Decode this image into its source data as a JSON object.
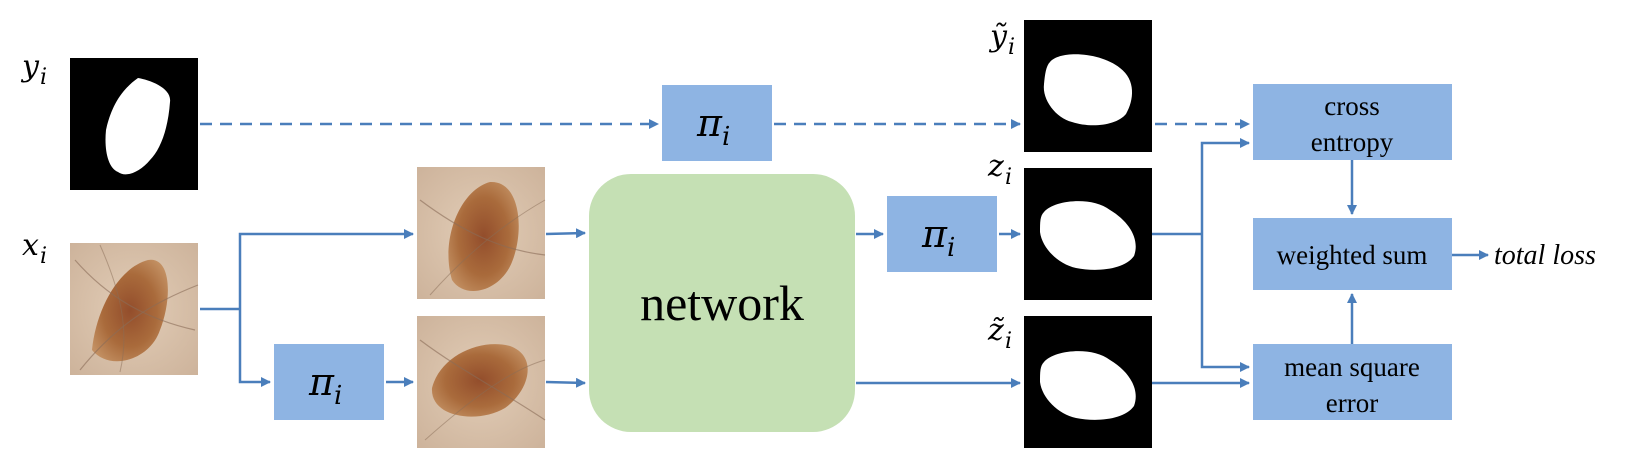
{
  "labels": {
    "y": "y",
    "x": "x",
    "y_tilde": "ỹ",
    "z": "z",
    "z_tilde": "z̃",
    "subscript": "i"
  },
  "boxes": {
    "pi": "π",
    "pi_sub": "i",
    "network": "network",
    "cross_entropy_line1": "cross",
    "cross_entropy_line2": "entropy",
    "weighted_sum": "weighted sum",
    "mse_line1": "mean square",
    "mse_line2": "error"
  },
  "output": "total loss",
  "colors": {
    "box_blue": "#8eb4e3",
    "network_green": "#c5e0b4",
    "arrow": "#4a7ebb",
    "skin": "#d9bfa6",
    "lesion": "#9a5a2c"
  }
}
